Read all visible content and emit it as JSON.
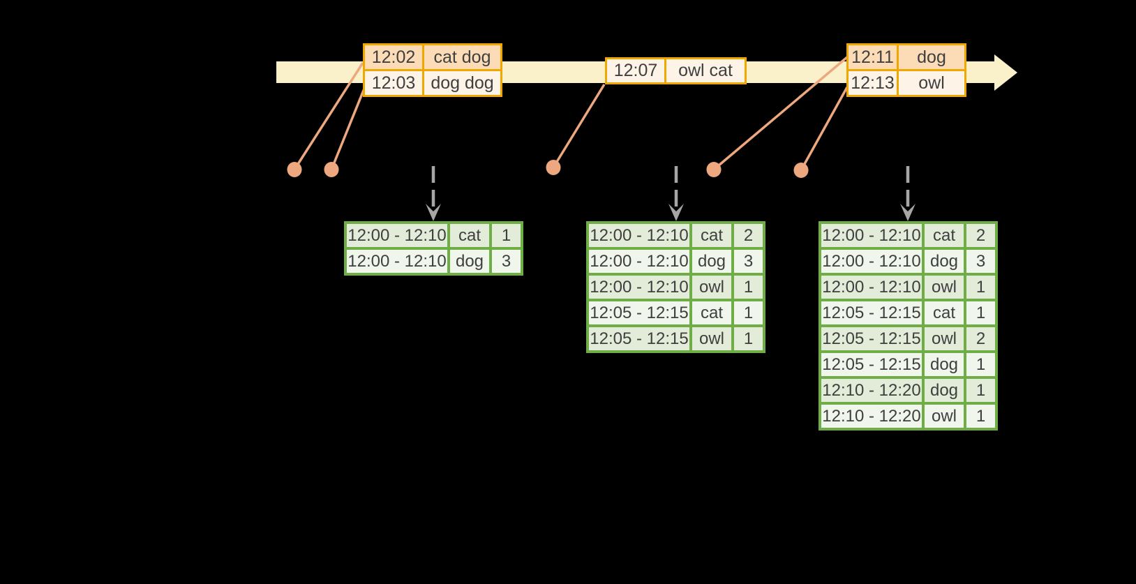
{
  "colors": {
    "background": "#000000",
    "timeline_band": "#FAF0C9",
    "event_border": "#F0A800",
    "event_row_dark": "#FBDCB7",
    "event_row_light": "#FDF3E7",
    "marker": "#EDA87F",
    "dashed_arrow": "#A6A6A6",
    "result_border": "#6FAD47",
    "result_row_dark": "#E3EBD9",
    "result_row_light": "#F1F6EC",
    "text": "#3F3F3F"
  },
  "event_tables": [
    {
      "rows": [
        {
          "time": "12:02",
          "words": "cat dog"
        },
        {
          "time": "12:03",
          "words": "dog dog"
        }
      ]
    },
    {
      "rows": [
        {
          "time": "12:07",
          "words": "owl cat"
        }
      ]
    },
    {
      "rows": [
        {
          "time": "12:11",
          "words": "dog"
        },
        {
          "time": "12:13",
          "words": "owl"
        }
      ]
    }
  ],
  "result_tables": [
    {
      "rows": [
        [
          "12:00 - 12:10",
          "cat",
          "1"
        ],
        [
          "12:00 - 12:10",
          "dog",
          "3"
        ]
      ]
    },
    {
      "rows": [
        [
          "12:00 - 12:10",
          "cat",
          "2"
        ],
        [
          "12:00 - 12:10",
          "dog",
          "3"
        ],
        [
          "12:00 - 12:10",
          "owl",
          "1"
        ],
        [
          "12:05 - 12:15",
          "cat",
          "1"
        ],
        [
          "12:05 - 12:15",
          "owl",
          "1"
        ]
      ]
    },
    {
      "rows": [
        [
          "12:00 - 12:10",
          "cat",
          "2"
        ],
        [
          "12:00 - 12:10",
          "dog",
          "3"
        ],
        [
          "12:00 - 12:10",
          "owl",
          "1"
        ],
        [
          "12:05 - 12:15",
          "cat",
          "1"
        ],
        [
          "12:05 - 12:15",
          "owl",
          "2"
        ],
        [
          "12:05 - 12:15",
          "dog",
          "1"
        ],
        [
          "12:10 - 12:20",
          "dog",
          "1"
        ],
        [
          "12:10 - 12:20",
          "owl",
          "1"
        ]
      ]
    }
  ]
}
